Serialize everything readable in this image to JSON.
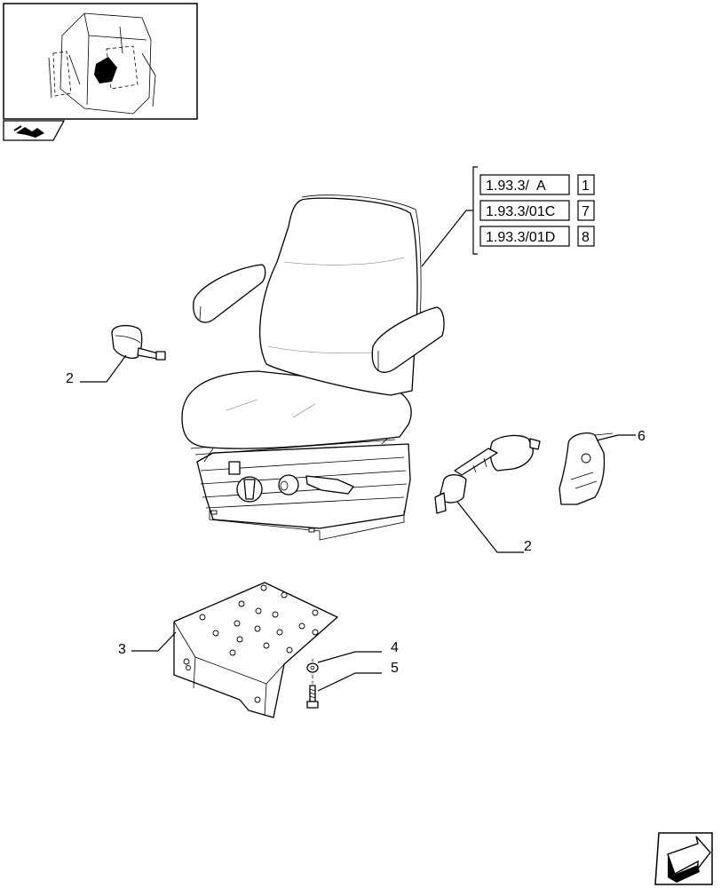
{
  "thumbnail": {
    "icon": "tractor-cab-icon",
    "nav_icon": "book-arrow-icon"
  },
  "references": [
    {
      "code": "1.93.3/  A",
      "number": "1"
    },
    {
      "code": "1.93.3/01C",
      "number": "7"
    },
    {
      "code": "1.93.3/01D",
      "number": "8"
    }
  ],
  "callouts": {
    "seatbelt_buckle": "2",
    "seatbelt_retractor": "2",
    "mounting_plate": "3",
    "washer": "4",
    "screw": "5",
    "belt_cover": "6"
  },
  "nav": {
    "next_icon": "next-page-arrow-icon"
  }
}
